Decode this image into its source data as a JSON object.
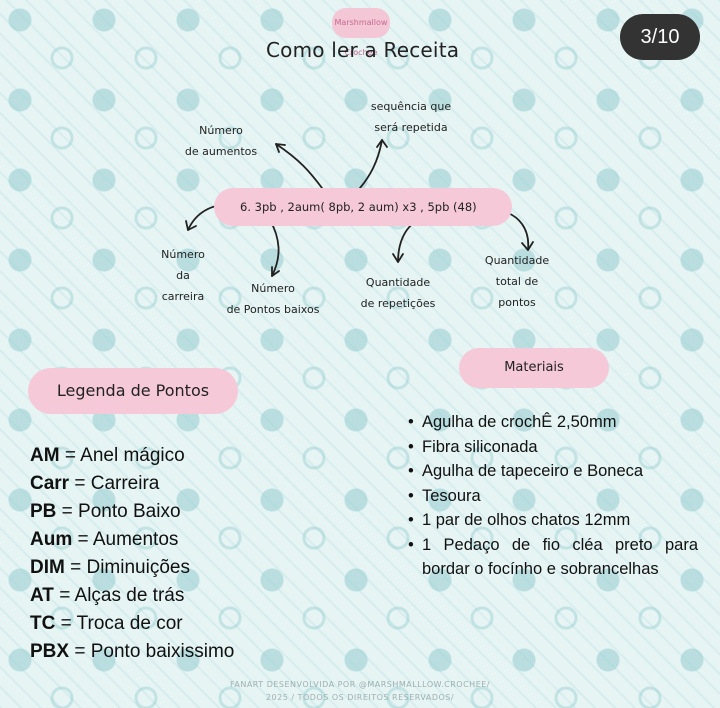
{
  "header": {
    "logo_text": "Marshmallow Crochee",
    "title": "Como ler a Receita",
    "page_indicator": "3/10"
  },
  "diagram": {
    "recipe_line": "6. 3pb , 2aum( 8pb, 2 aum) x3 , 5pb (48)",
    "labels": {
      "numero_aumentos": [
        "Número",
        "de aumentos"
      ],
      "sequencia": [
        "sequência que",
        "será repetida"
      ],
      "numero_carreira": [
        "Número",
        "da",
        "carreira"
      ],
      "pontos_baixos": [
        "Número",
        "de Pontos baixos"
      ],
      "repeticoes": [
        "Quantidade",
        "de repetições"
      ],
      "total": [
        "Quantidade",
        "total de",
        "pontos"
      ]
    }
  },
  "materials": {
    "title": "Materiais",
    "items": [
      "Agulha de crochÊ 2,50mm",
      "Fibra siliconada",
      "Agulha de tapeceiro e Boneca",
      "Tesoura",
      "1 par de olhos chatos  12mm",
      "1 Pedaço de fio cléa preto para bordar o focínho e sobrancelhas"
    ]
  },
  "legend": {
    "title": "Legenda de Pontos",
    "items": [
      {
        "abbr": "AM",
        "meaning": " = Anel mágico"
      },
      {
        "abbr": "Carr",
        "meaning": " = Carreira"
      },
      {
        "abbr": "PB",
        "meaning": " = Ponto Baixo"
      },
      {
        "abbr": "Aum",
        "meaning": " = Aumentos"
      },
      {
        "abbr": "DIM",
        "meaning": " = Diminuições"
      },
      {
        "abbr": "AT",
        "meaning": " = Alças de trás"
      },
      {
        "abbr": "TC",
        "meaning": " = Troca de cor"
      },
      {
        "abbr": "PBX",
        "meaning": " = Ponto baixissimo"
      }
    ]
  },
  "footer": {
    "line1": "FANART DESENVOLVIDA POR @MARSHMALLLOW.CROCHEE/",
    "line2": "2025 / TODOS OS DIREITOS RESERVADOS/"
  },
  "colors": {
    "pink_pill": "#f6c9d9",
    "badge": "#333333",
    "background": "#e6f4f4"
  }
}
